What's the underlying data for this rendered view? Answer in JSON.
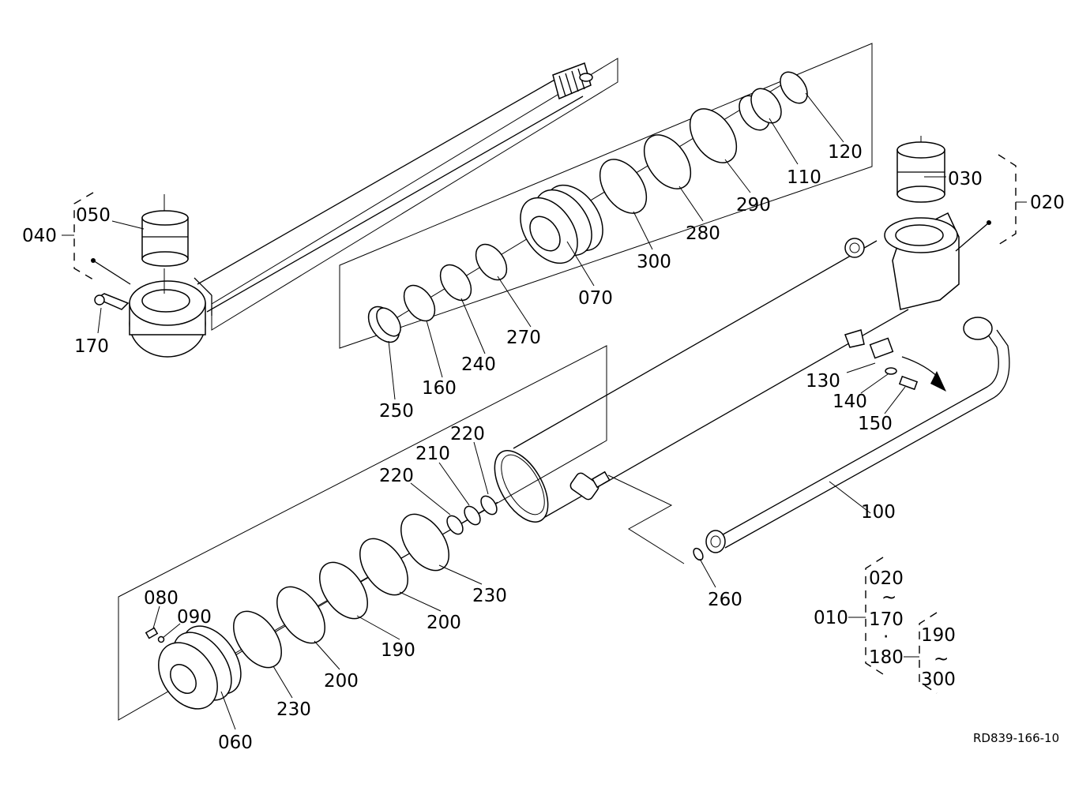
{
  "labels": {
    "p010": "010",
    "p020": "020",
    "p030": "030",
    "p040": "040",
    "p050": "050",
    "p060": "060",
    "p070": "070",
    "p080": "080",
    "p090": "090",
    "p100": "100",
    "p110": "110",
    "p120": "120",
    "p130": "130",
    "p140": "140",
    "p150": "150",
    "p160": "160",
    "p170": "170",
    "p190": "190",
    "p200a": "200",
    "p200b": "200",
    "p210": "210",
    "p220a": "220",
    "p220b": "220",
    "p230a": "230",
    "p230b": "230",
    "p240": "240",
    "p250": "250",
    "p260": "260",
    "p270": "270",
    "p280": "280",
    "p290": "290",
    "p300": "300"
  },
  "legend": {
    "assembly": "010",
    "range1_from": "020",
    "range1_to": "170",
    "separator": "·",
    "kit": "180",
    "range2_from": "190",
    "range2_to": "300",
    "tilde": "~"
  },
  "ref_code": "RD839-166-10"
}
